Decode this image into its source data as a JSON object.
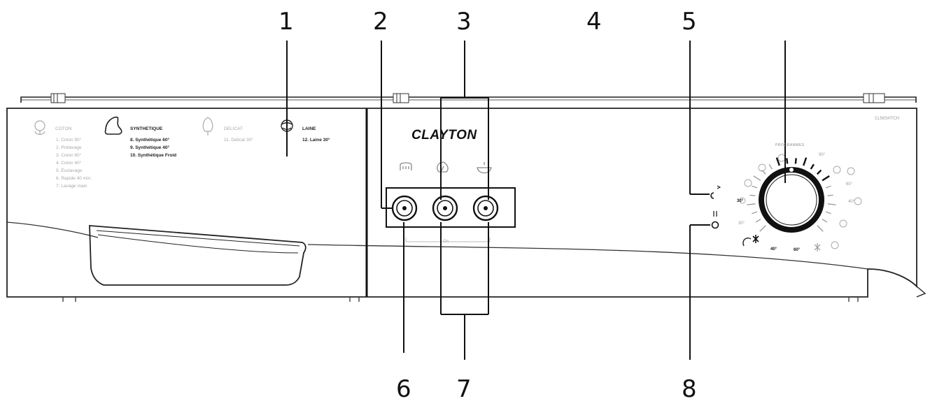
{
  "callouts": [
    "1",
    "2",
    "3",
    "4",
    "5",
    "6",
    "7",
    "8"
  ],
  "panel": {
    "brand": "CLAYTON",
    "model": "CL56SHTCH",
    "categories": [
      {
        "label": "COTON",
        "icon": "cotton-icon",
        "style": "light"
      },
      {
        "label": "SYNTHETIQUE",
        "icon": "synthetic-icon",
        "style": "dark"
      },
      {
        "label": "DELICAT",
        "icon": "delicate-icon",
        "style": "light"
      },
      {
        "label": "LAINE",
        "icon": "wool-icon",
        "style": "dark"
      }
    ],
    "programs": {
      "coton": [
        "1. Coton 90°",
        "2. Prélavage",
        "3. Coton 60°",
        "4. Coton 40°",
        "5. Écolavage",
        "6. Rapide 40 min.",
        "7. Lavage main"
      ],
      "synthetique": [
        "8. Synthétique 60°",
        "9. Synthétique 40°",
        "10. Synthétique Froid"
      ],
      "delicat": [
        "11. Délicat 30°"
      ],
      "laine": [
        "12. Laine 30°"
      ]
    },
    "buttons": {
      "icons": [
        "prewash-icon",
        "stain-icon",
        "rinse-hold-icon"
      ],
      "sub_label": "On"
    },
    "dial": {
      "title": "PROGRAMMES",
      "temperature_labels": [
        {
          "text": "90°",
          "style": "light"
        },
        {
          "text": "60°",
          "style": "light"
        },
        {
          "text": "40°",
          "style": "light"
        },
        {
          "text": "30°",
          "style": "dark"
        },
        {
          "text": "30°",
          "style": "light"
        },
        {
          "text": "40°",
          "style": "dark"
        },
        {
          "text": "60°",
          "style": "dark"
        }
      ],
      "indicators": [
        "start-indicator-icon",
        "pause-indicator-icon"
      ]
    }
  },
  "colors": {
    "line": "#111111",
    "light_text": "#a9a9a9",
    "panel_fill": "#ffffff"
  }
}
